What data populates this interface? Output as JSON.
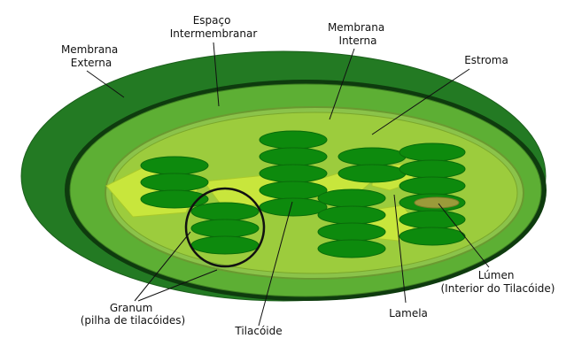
{
  "labels": {
    "membrana_externa": [
      "Membrana",
      "Externa"
    ],
    "espaco_intermembranar": [
      "Espaço",
      "Intermembranar"
    ],
    "membrana_interna": [
      "Membrana",
      "Interna"
    ],
    "estroma": "Estroma",
    "granum": [
      "Granum",
      "(pilha de tilacóides)"
    ],
    "tilacoide": "Tilacóide",
    "lamela": "Lamela",
    "lumen": [
      "Lúmen",
      "(Interior do Tilacóide)"
    ]
  },
  "colors": {
    "outer_membrane": "#237a23",
    "outer_membrane_edge": "#1b5e1b",
    "dark_ring": "#0e3b0e",
    "intermembrane_space": "#5daf34",
    "inner_membrane": "#8bc34a",
    "stroma": "#9ccc3d",
    "lamella": "#c8e63c",
    "thylakoid": "#0d8a0d",
    "thylakoid_edge": "#0a6b0a",
    "lumen": "#9b9b3a"
  },
  "icons": {
    "granum_highlight": "circle-outline-icon"
  }
}
